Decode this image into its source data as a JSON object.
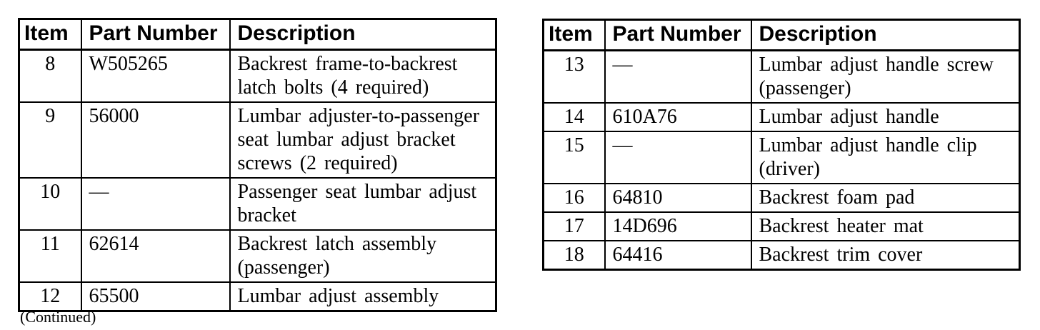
{
  "document": {
    "continued_note": "(Continued)",
    "colors": {
      "background": "#ffffff",
      "text": "#000000",
      "border": "#000000"
    }
  },
  "tables": [
    {
      "name": "parts-table-items-8-12",
      "headers": {
        "item": "Item",
        "part_number": "Part Number",
        "description": "Description"
      },
      "rows": [
        {
          "item": "8",
          "part_number": "W505265",
          "description": "Backrest frame-to-backrest latch bolts (4 required)"
        },
        {
          "item": "9",
          "part_number": "56000",
          "description": "Lumbar adjuster-to-passenger seat lumbar adjust bracket screws (2 required)"
        },
        {
          "item": "10",
          "part_number": "—",
          "description": "Passenger seat lumbar adjust bracket"
        },
        {
          "item": "11",
          "part_number": "62614",
          "description": "Backrest latch assembly (passenger)"
        },
        {
          "item": "12",
          "part_number": "65500",
          "description": "Lumbar adjust assembly"
        }
      ]
    },
    {
      "name": "parts-table-items-13-18",
      "headers": {
        "item": "Item",
        "part_number": "Part Number",
        "description": "Description"
      },
      "rows": [
        {
          "item": "13",
          "part_number": "—",
          "description": "Lumbar adjust handle screw (passenger)"
        },
        {
          "item": "14",
          "part_number": "610A76",
          "description": "Lumbar adjust handle"
        },
        {
          "item": "15",
          "part_number": "—",
          "description": "Lumbar adjust handle clip (driver)"
        },
        {
          "item": "16",
          "part_number": "64810",
          "description": "Backrest foam pad"
        },
        {
          "item": "17",
          "part_number": "14D696",
          "description": "Backrest heater mat"
        },
        {
          "item": "18",
          "part_number": "64416",
          "description": "Backrest trim cover"
        }
      ]
    }
  ]
}
